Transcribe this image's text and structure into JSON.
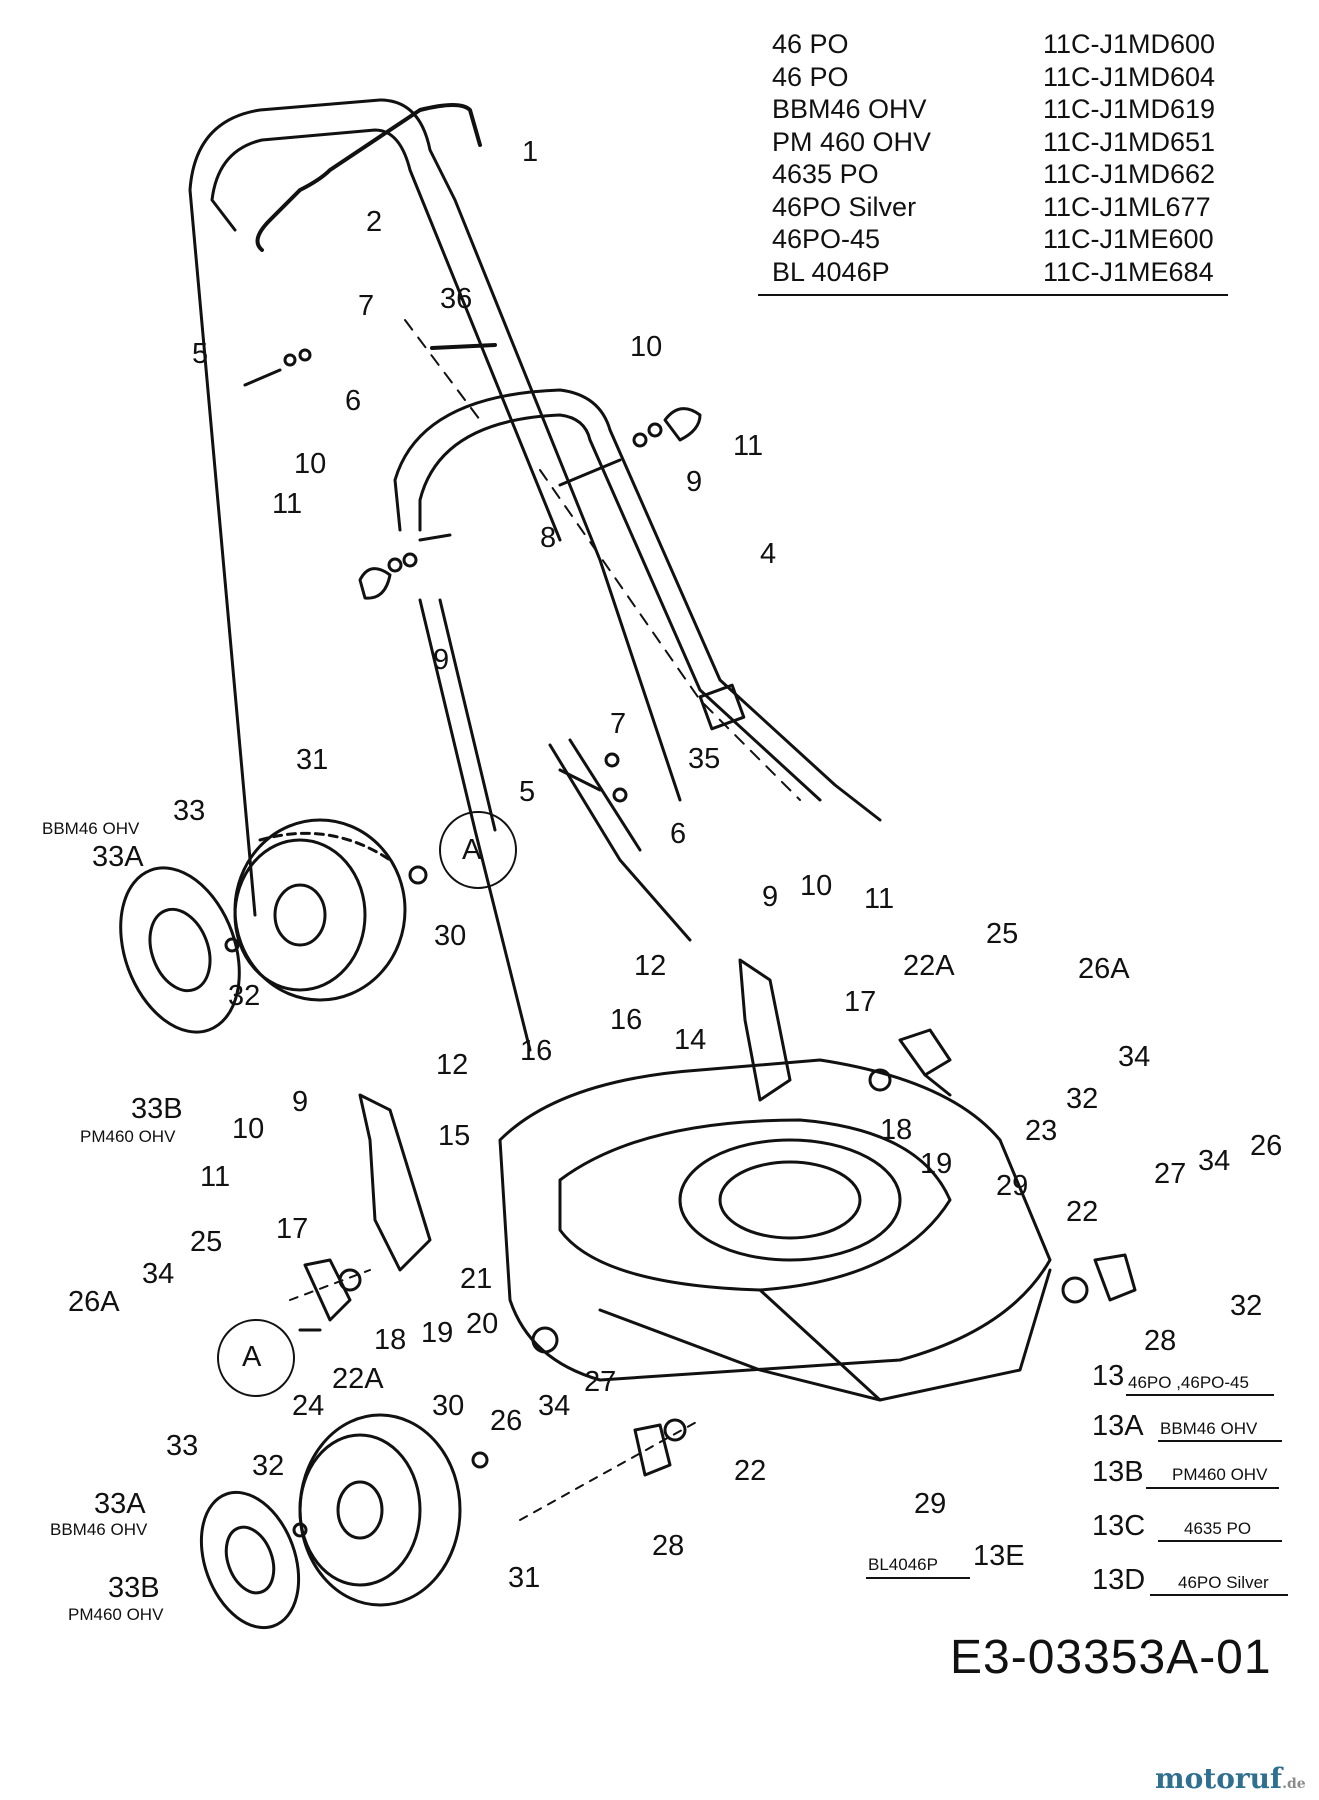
{
  "model_table": [
    {
      "model": "46 PO",
      "code": "11C-J1MD600"
    },
    {
      "model": "46 PO",
      "code": "11C-J1MD604"
    },
    {
      "model": "BBM46 OHV",
      "code": "11C-J1MD619"
    },
    {
      "model": "PM 460 OHV",
      "code": "11C-J1MD651"
    },
    {
      "model": "4635 PO",
      "code": "11C-J1MD662"
    },
    {
      "model": "46PO Silver",
      "code": "11C-J1ML677"
    },
    {
      "model": "46PO-45",
      "code": "11C-J1ME600"
    },
    {
      "model": "BL 4046P",
      "code": "11C-J1ME684"
    }
  ],
  "drawing_number": "E3-03353A-01",
  "brand": {
    "name": "motoruf",
    "tld": ".de",
    "color": "#2f6f8f"
  },
  "callouts": {
    "c1": "1",
    "c2": "2",
    "c36": "36",
    "c7a": "7",
    "c5a": "5",
    "c6a": "6",
    "c10a": "10",
    "c11a": "11",
    "c9a": "9",
    "c10b": "10",
    "c11b": "11",
    "c8": "8",
    "c9b": "9",
    "c4": "4",
    "c35": "35",
    "c7b": "7",
    "c5b": "5",
    "c6b": "6",
    "c31a": "31",
    "c33a": "33",
    "c33Aa": "33A",
    "c33Ba": "33B",
    "c32a": "32",
    "c30a": "30",
    "cAa": "A",
    "c9c": "9",
    "c10c": "10",
    "c11c": "11",
    "c12a": "12",
    "c14": "14",
    "c16a": "16",
    "c16b": "16",
    "c17a": "17",
    "c22Aa": "22A",
    "c25a": "25",
    "c26Aa": "26A",
    "c34a": "34",
    "c32b": "32",
    "c23": "23",
    "c18a": "18",
    "c19a": "19",
    "c12b": "12",
    "c15": "15",
    "c9d": "9",
    "c10d": "10",
    "c11d": "11",
    "c17b": "17",
    "c18b": "18",
    "c19b": "19",
    "c25b": "25",
    "c34b": "34",
    "c26Ab": "26A",
    "c24": "24",
    "c22Ab": "22A",
    "cAb": "A",
    "c21": "21",
    "c20": "20",
    "c29a": "29",
    "c22a": "22",
    "c27a": "27",
    "c34c": "34",
    "c26a": "26",
    "c32c": "32",
    "c28a": "28",
    "c13": "13",
    "c13A": "13A",
    "c13B": "13B",
    "c13C": "13C",
    "c13D": "13D",
    "c13E": "13E",
    "c30b": "30",
    "c26b": "26",
    "c34d": "34",
    "c27b": "27",
    "c22b": "22",
    "c28b": "28",
    "c29b": "29",
    "c33b": "33",
    "c32d": "32",
    "c33Ab": "33A",
    "c33Bb": "33B",
    "c31b": "31"
  },
  "variant_notes": {
    "bbm_top": "BBM46 OHV",
    "pm_left": "PM460 OHV",
    "bbm_bottom": "BBM46 OHV",
    "pm_bottom": "PM460 OHV",
    "v13": "46PO ,46PO-45",
    "v13A": "BBM46 OHV",
    "v13B": "PM460 OHV",
    "v13C": "4635 PO",
    "v13D": "46PO Silver",
    "v13E": "BL4046P"
  }
}
